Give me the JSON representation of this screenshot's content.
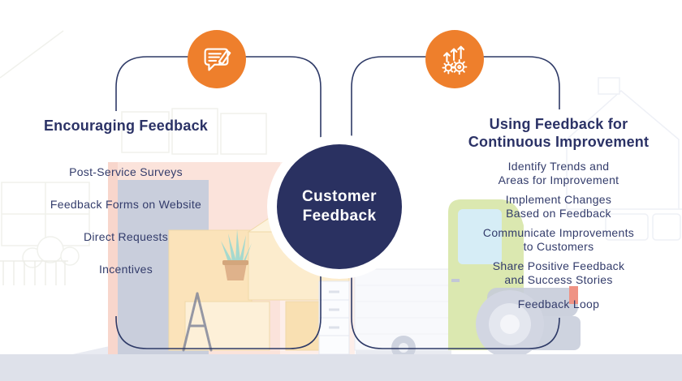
{
  "colors": {
    "navy": "#2b3266",
    "orange": "#ee7f2c",
    "hub_circle": "#2a3161",
    "bottom_band": "#dee1ea",
    "pink_wall": "#fbe3db",
    "pink_wall_light": "#fdeee9",
    "panel_gray_blue": "#c9cedc",
    "box_tan": "#fbe3ba",
    "truck_green": "#dbe8b0",
    "truck_window_blue": "#d6edf6",
    "plant_mint": "#a6d9ce"
  },
  "hub": {
    "title": "Customer\nFeedback"
  },
  "left_panel": {
    "icon": "chat-message-edit-icon",
    "heading": "Encouraging Feedback",
    "items": [
      "Post-Service Surveys",
      "Feedback Forms on Website",
      "Direct Requests",
      "Incentives"
    ]
  },
  "right_panel": {
    "icon": "growth-arrows-gears-icon",
    "heading": "Using Feedback for\nContinuous Improvement",
    "items": [
      "Identify Trends and\nAreas for Improvement",
      "Implement Changes\nBased on Feedback",
      "Communicate Improvements\nto Customers",
      "Share Positive Feedback\nand Success Stories",
      "Feedback Loop"
    ]
  }
}
